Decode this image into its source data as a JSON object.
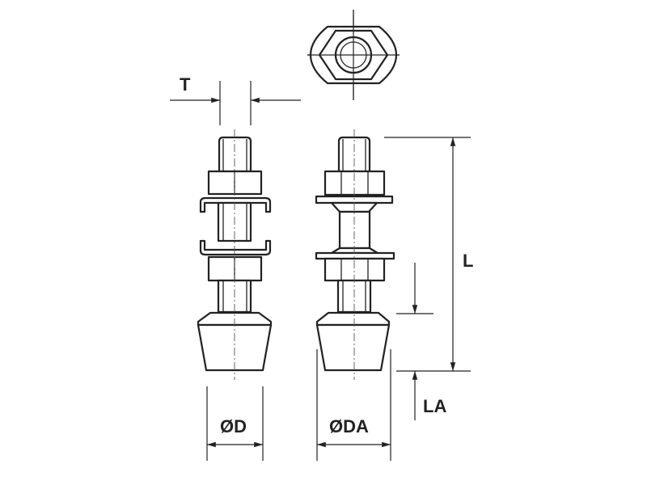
{
  "labels": {
    "thickness": "T",
    "length": "L",
    "diameter": "ØD",
    "diameter_adjusted": "ØDA",
    "length_adjusted": "LA"
  },
  "colors": {
    "line": "#222222",
    "background": "#ffffff"
  }
}
